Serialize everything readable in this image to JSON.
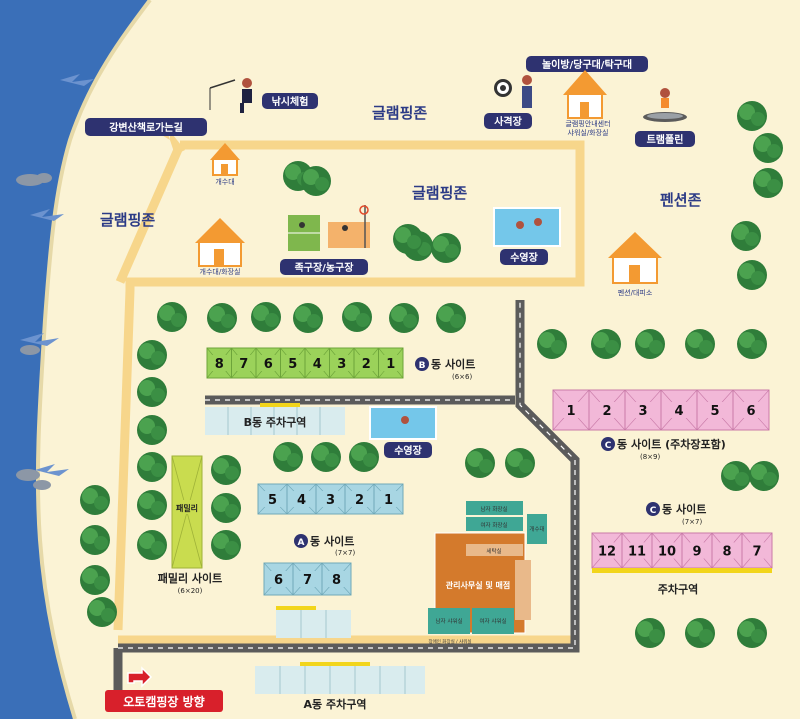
{
  "zones": {
    "glamping_top": "글램핑존",
    "glamping_center": "글램핑존",
    "glamping_left": "글램핑존",
    "pension": "펜션존"
  },
  "labels": {
    "river_walk": "강변산책로가는길",
    "fishing": "낚시체험",
    "shooting": "사격장",
    "playroom": "놀이방/당구대/탁구대",
    "info_center": "글램핑안내센터",
    "info_center_sub": "샤워실/화장실",
    "trampoline": "트램폴린",
    "sink_1": "개수대",
    "sink_toilet": "개수대/화장실",
    "sports": "족구장/농구장",
    "pool_top": "수영장",
    "pension_office": "펜션/대피소",
    "pool_mid": "수영장",
    "autocamp": "오토캠핑장 방향",
    "b_parking": "B동 주차구역",
    "a_parking": "A동 주차구역",
    "c_parking": "주차구역",
    "office": "관리사무실 및 매점",
    "office_men_toilet": "남자 화장실",
    "office_women_toilet": "여자 화장실",
    "office_sink": "개수대",
    "office_laundry": "세탁실",
    "office_bottom_men": "남자 샤워실",
    "office_bottom_women": "여자 샤워실",
    "office_disabled": "장애인 화장실 / 샤워실"
  },
  "sites": {
    "b": {
      "letter": "B",
      "title": "동 사이트",
      "size": "(6×6)",
      "numbers": [
        "8",
        "7",
        "6",
        "5",
        "4",
        "3",
        "2",
        "1"
      ]
    },
    "a": {
      "letter": "A",
      "title": "동 사이트",
      "size": "(7×7)",
      "row1": [
        "5",
        "4",
        "3",
        "2",
        "1"
      ],
      "row2": [
        "6",
        "7",
        "8"
      ]
    },
    "c_top": {
      "letter": "C",
      "title": "동 사이트 (주차장포함)",
      "size": "(8×9)",
      "numbers": [
        "1",
        "2",
        "3",
        "4",
        "5",
        "6"
      ]
    },
    "c_bottom": {
      "letter": "C",
      "title": "동 사이트",
      "size": "(7×7)",
      "numbers": [
        "12",
        "11",
        "10",
        "9",
        "8",
        "7"
      ]
    },
    "family": {
      "label": "패밀리",
      "title": "패밀리 사이트",
      "size": "(6×20)"
    }
  },
  "colors": {
    "river": "#3a6fb8",
    "sand": "#fbf3d5",
    "path": "#f7d68b",
    "road": "#5b5b5b",
    "b_site": "#9bd25a",
    "a_site": "#a8d6e3",
    "c_site": "#f2b8d8",
    "family": "#c9dc4f",
    "parking": "#d9ecee",
    "pill": "#2e3270",
    "autocamp_sign": "#d8202b"
  }
}
